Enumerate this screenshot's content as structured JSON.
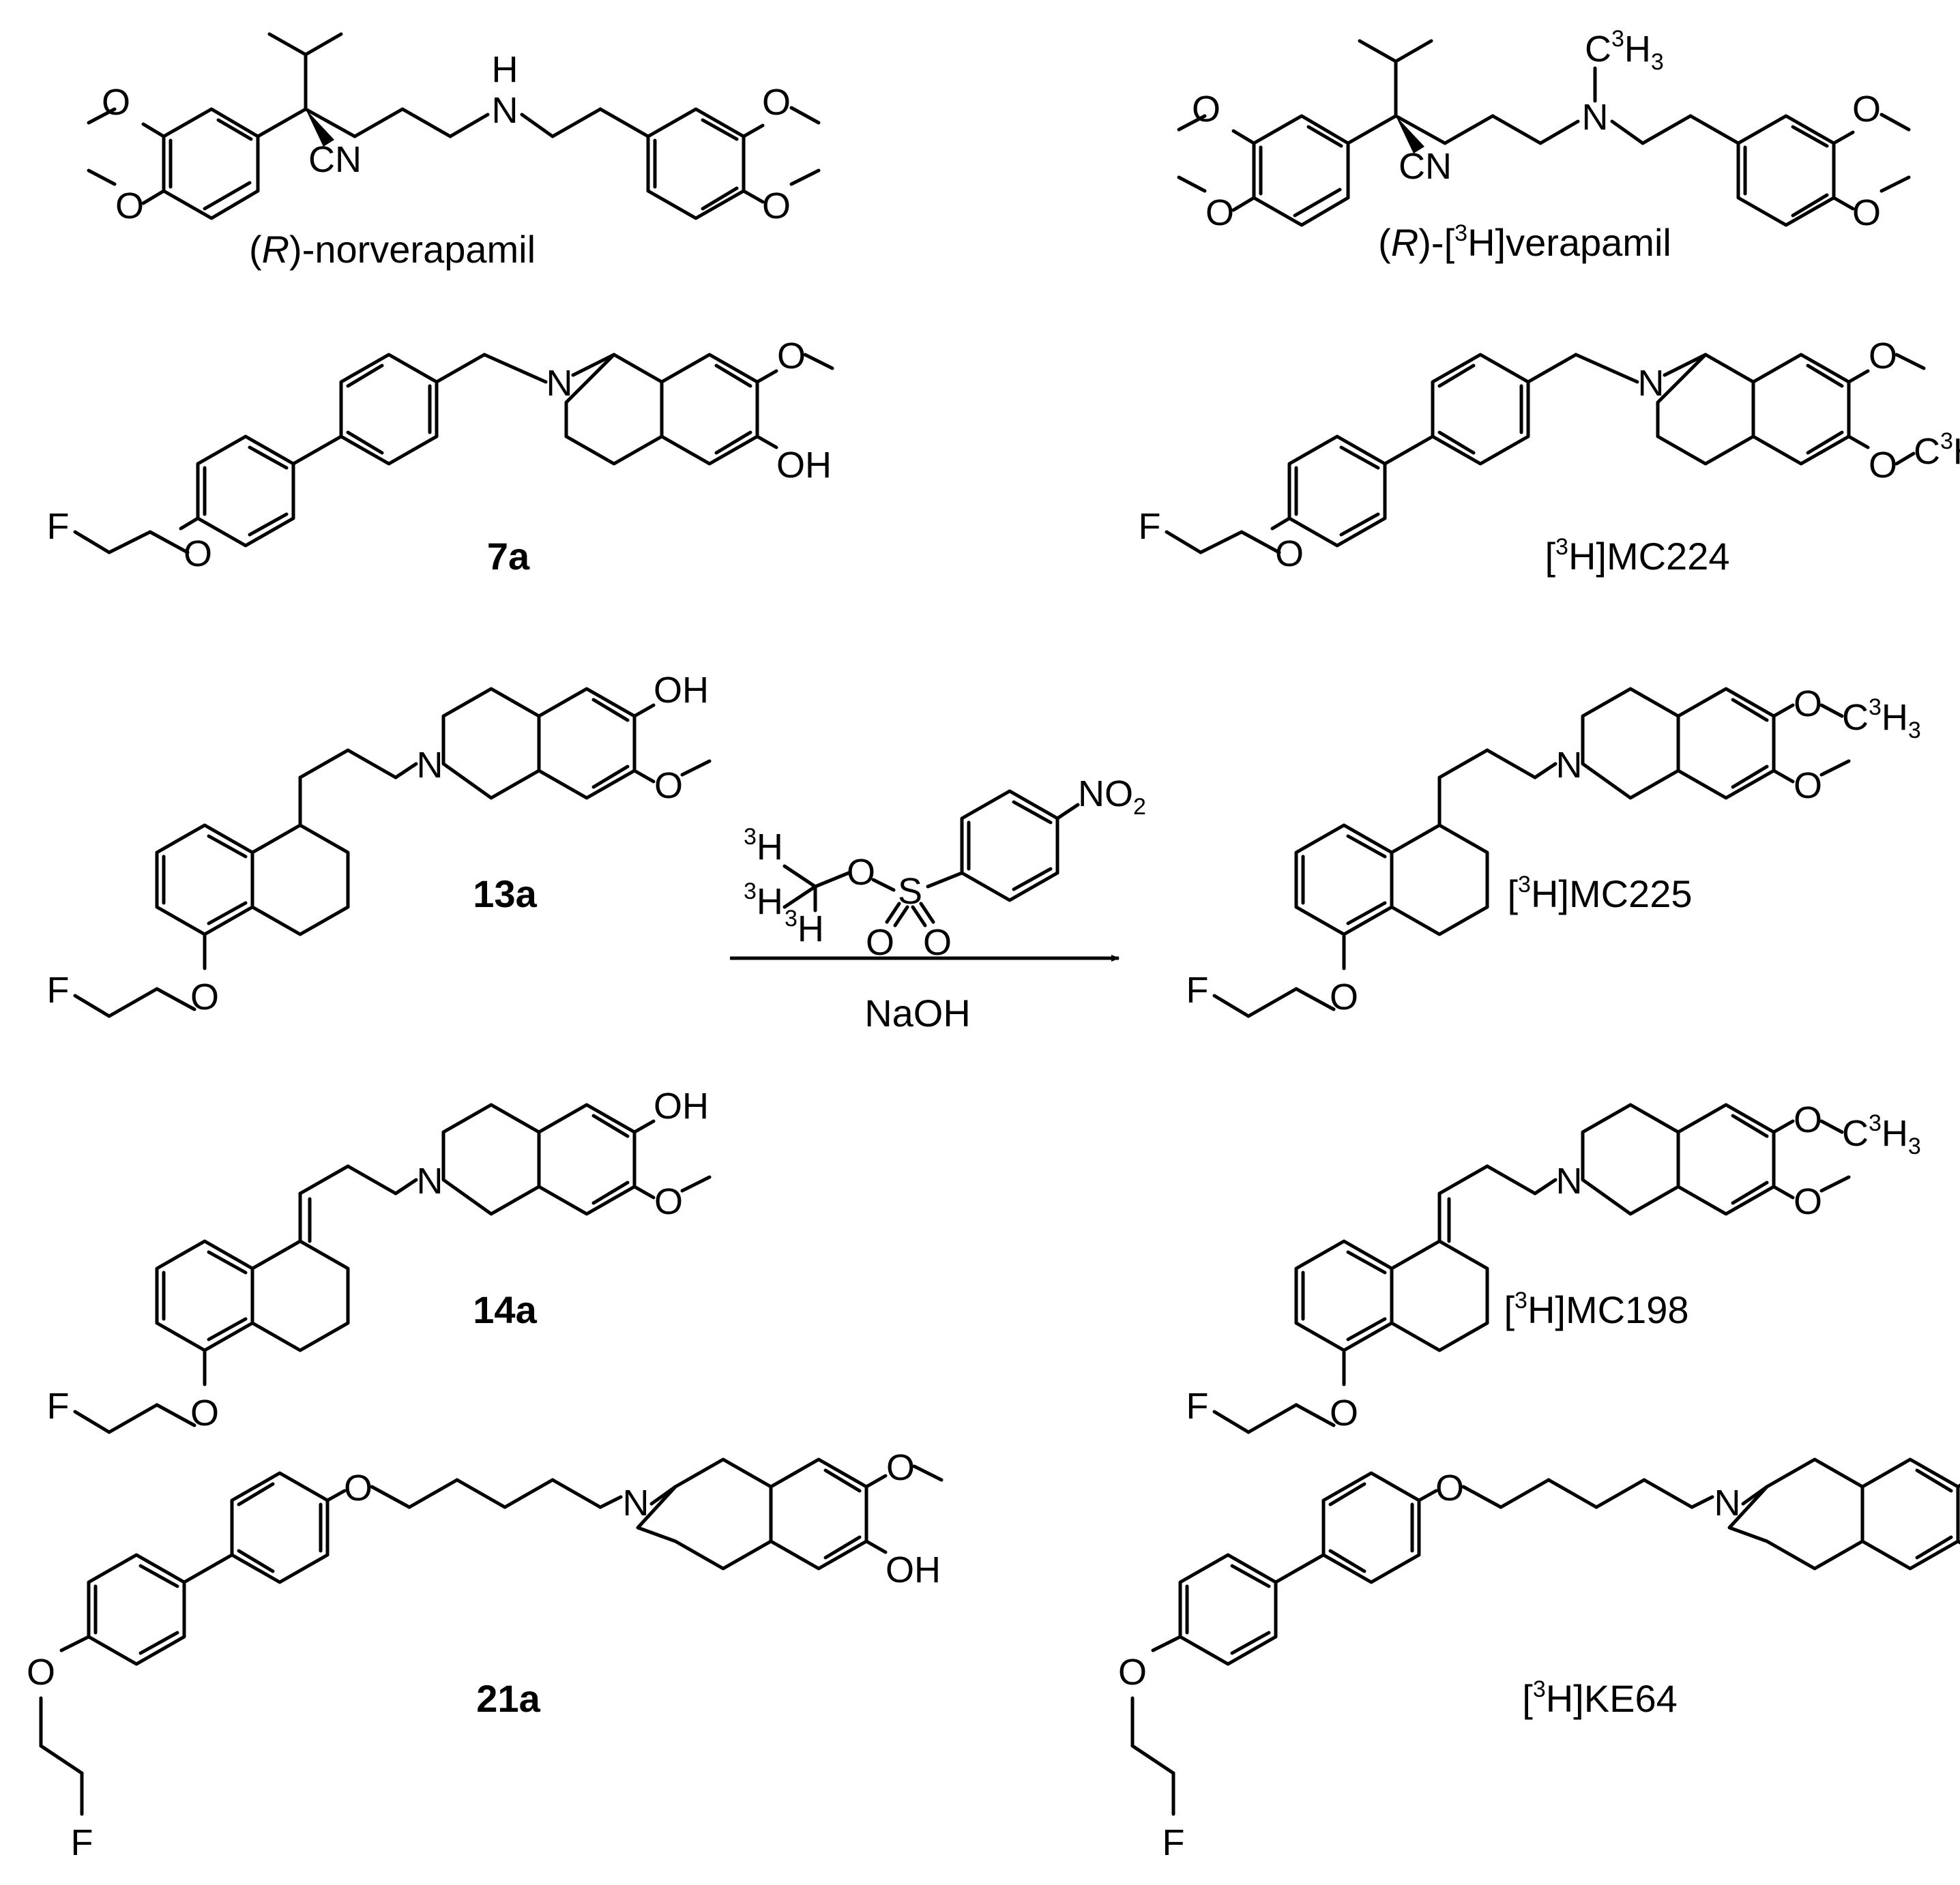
{
  "compounds": {
    "norverapamil": {
      "prefix": "(",
      "italic": "R",
      "suffix": ")-norverapamil"
    },
    "verapamil": {
      "prefix": "(",
      "italic": "R",
      "mid": ")-[",
      "iso": "3",
      "suffix": "H]verapamil"
    },
    "c7a": "7a",
    "mc224": {
      "prefix": "[",
      "iso": "3",
      "suffix": "H]MC224"
    },
    "c13a": "13a",
    "mc225": {
      "prefix": "[",
      "iso": "3",
      "suffix": "H]MC225"
    },
    "c14a": "14a",
    "mc198": {
      "prefix": "[",
      "iso": "3",
      "suffix": "H]MC198"
    },
    "c21a": "21a",
    "ke64": {
      "prefix": "[",
      "iso": "3",
      "suffix": "H]KE64"
    }
  },
  "reagent": {
    "conditions": "NaOH",
    "group": "NO",
    "group_sub": "2",
    "tritium": "3",
    "h": "H"
  },
  "atoms": {
    "O": "O",
    "N": "N",
    "H": "H",
    "F": "F",
    "S": "S",
    "C": "C",
    "CN": "CN",
    "OH": "OH",
    "three": "3"
  }
}
